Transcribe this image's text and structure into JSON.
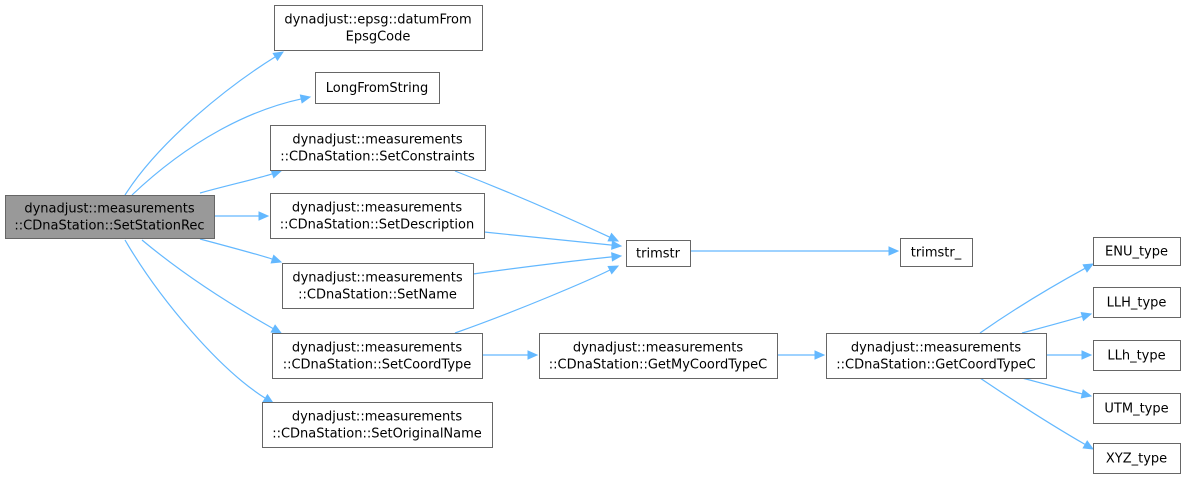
{
  "colors": {
    "node_fill": "#ffffff",
    "root_fill": "#999999",
    "node_border": "#666666",
    "edge": "#63b8ff"
  },
  "nodes": [
    {
      "id": "setstationrec",
      "name": "node-setstationrec",
      "root": true,
      "lines": [
        "dynadjust::measurements",
        "::CDnaStation::SetStationRec"
      ]
    },
    {
      "id": "datumfromepsg",
      "name": "node-datumfromepsgcode",
      "lines": [
        "dynadjust::epsg::datumFrom",
        "EpsgCode"
      ]
    },
    {
      "id": "longfromstring",
      "name": "node-longfromstring",
      "lines": [
        "LongFromString"
      ]
    },
    {
      "id": "setconstraints",
      "name": "node-setconstraints",
      "lines": [
        "dynadjust::measurements",
        "::CDnaStation::SetConstraints"
      ]
    },
    {
      "id": "setdescription",
      "name": "node-setdescription",
      "lines": [
        "dynadjust::measurements",
        "::CDnaStation::SetDescription"
      ]
    },
    {
      "id": "setname",
      "name": "node-setname",
      "lines": [
        "dynadjust::measurements",
        "::CDnaStation::SetName"
      ]
    },
    {
      "id": "setcoordtype",
      "name": "node-setcoordtype",
      "lines": [
        "dynadjust::measurements",
        "::CDnaStation::SetCoordType"
      ]
    },
    {
      "id": "setoriginalname",
      "name": "node-setoriginalname",
      "lines": [
        "dynadjust::measurements",
        "::CDnaStation::SetOriginalName"
      ]
    },
    {
      "id": "trimstr",
      "name": "node-trimstr",
      "lines": [
        "trimstr"
      ]
    },
    {
      "id": "trimstr_",
      "name": "node-trimstr-underscore",
      "lines": [
        "trimstr_"
      ]
    },
    {
      "id": "getmycoordtypec",
      "name": "node-getmycoordtypec",
      "lines": [
        "dynadjust::measurements",
        "::CDnaStation::GetMyCoordTypeC"
      ]
    },
    {
      "id": "getcoordtypec",
      "name": "node-getcoordtypec",
      "lines": [
        "dynadjust::measurements",
        "::CDnaStation::GetCoordTypeC"
      ]
    },
    {
      "id": "enu",
      "name": "node-enu-type",
      "lines": [
        "ENU_type"
      ]
    },
    {
      "id": "llh",
      "name": "node-llh-type",
      "lines": [
        "LLH_type"
      ]
    },
    {
      "id": "llh_lower",
      "name": "node-llh-lower-type",
      "lines": [
        "LLh_type"
      ]
    },
    {
      "id": "utm",
      "name": "node-utm-type",
      "lines": [
        "UTM_type"
      ]
    },
    {
      "id": "xyz",
      "name": "node-xyz-type",
      "lines": [
        "XYZ_type"
      ]
    }
  ],
  "edges": [
    {
      "from": "setstationrec",
      "to": "datumfromepsg"
    },
    {
      "from": "setstationrec",
      "to": "longfromstring"
    },
    {
      "from": "setstationrec",
      "to": "setconstraints"
    },
    {
      "from": "setstationrec",
      "to": "setdescription"
    },
    {
      "from": "setstationrec",
      "to": "setname"
    },
    {
      "from": "setstationrec",
      "to": "setcoordtype"
    },
    {
      "from": "setstationrec",
      "to": "setoriginalname"
    },
    {
      "from": "setconstraints",
      "to": "trimstr"
    },
    {
      "from": "setdescription",
      "to": "trimstr"
    },
    {
      "from": "setname",
      "to": "trimstr"
    },
    {
      "from": "setcoordtype",
      "to": "trimstr"
    },
    {
      "from": "setcoordtype",
      "to": "getmycoordtypec"
    },
    {
      "from": "trimstr",
      "to": "trimstr_"
    },
    {
      "from": "getmycoordtypec",
      "to": "getcoordtypec"
    },
    {
      "from": "getcoordtypec",
      "to": "enu"
    },
    {
      "from": "getcoordtypec",
      "to": "llh"
    },
    {
      "from": "getcoordtypec",
      "to": "llh_lower"
    },
    {
      "from": "getcoordtypec",
      "to": "utm"
    },
    {
      "from": "getcoordtypec",
      "to": "xyz"
    }
  ]
}
